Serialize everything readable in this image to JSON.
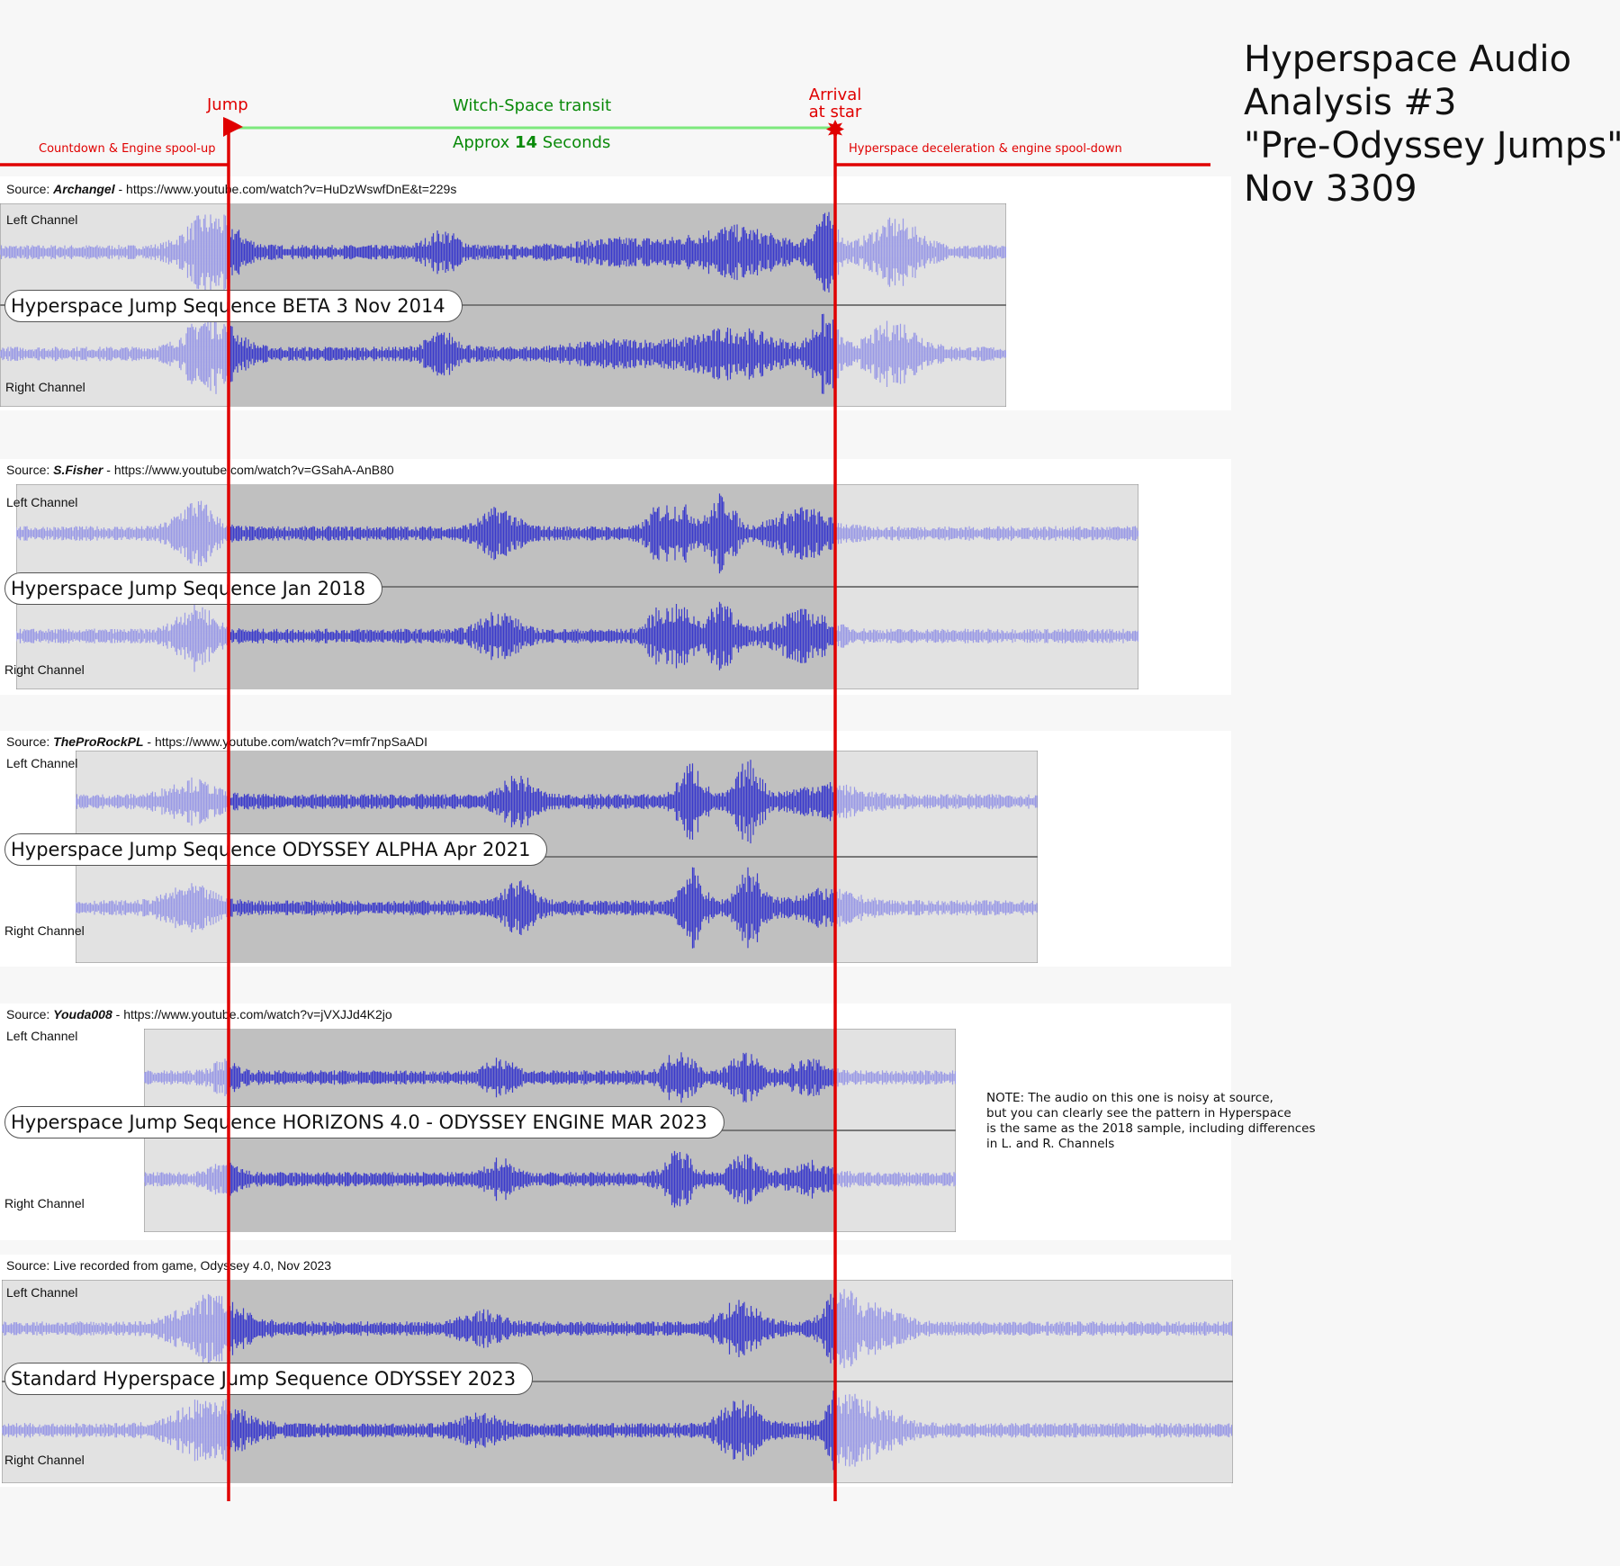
{
  "title": {
    "line1": "Hyperspace Audio",
    "line2": "Analysis #3",
    "line3": "\"Pre-Odyssey Jumps\"",
    "line4": "Nov 3309"
  },
  "timeline": {
    "jump_label": "Jump",
    "transit_label": "Witch-Space transit",
    "approx_prefix": "Approx ",
    "approx_value": "14",
    "approx_suffix": " Seconds",
    "arrival_line1": "Arrival",
    "arrival_line2": "at star",
    "before_label": "Countdown & Engine spool-up",
    "after_label": "Hyperspace deceleration & engine spool-down"
  },
  "channel_labels": {
    "left": "Left Channel",
    "right": "Right Channel"
  },
  "recordings": [
    {
      "source_prefix": "Source: ",
      "author": "Archangel",
      "source_suffix": " - https://www.youtube.com/watch?v=HuDzWswfDnE&t=229s",
      "label": "Hyperspace Jump Sequence BETA 3 Nov 2014"
    },
    {
      "source_prefix": "Source: ",
      "author": "S.Fisher",
      "source_suffix": " - https://www.youtube.com/watch?v=GSahA-AnB80",
      "label": "Hyperspace Jump Sequence Jan 2018"
    },
    {
      "source_prefix": "Source: ",
      "author": "TheProRockPL",
      "source_suffix": " - https://www.youtube.com/watch?v=mfr7npSaADI",
      "label": "Hyperspace Jump Sequence ODYSSEY ALPHA Apr 2021"
    },
    {
      "source_prefix": "Source: ",
      "author": "Youda008",
      "source_suffix": " - https://www.youtube.com/watch?v=jVXJJd4K2jo",
      "label": "Hyperspace Jump Sequence HORIZONS 4.0 - ODYSSEY ENGINE MAR 2023"
    },
    {
      "source_prefix": "Source: Live recorded from game, Odyssey 4.0, Nov 2023",
      "author": "",
      "source_suffix": "",
      "label": "Standard Hyperspace Jump Sequence ODYSSEY 2023"
    }
  ],
  "note": {
    "line1": "NOTE: The audio on this one is noisy at source,",
    "line2": "but you can clearly see the pattern in Hyperspace",
    "line3": "is the same as the 2018 sample, including differences",
    "line4": "in L. and R. Channels"
  },
  "colors": {
    "marker_red": "#e00000",
    "transit_green": "#7de87d",
    "waveform_dark": "#3a3acc",
    "waveform_light": "#9a9ae6",
    "selection_bg": "#c0c0c0",
    "track_bg": "#e2e2e2"
  }
}
